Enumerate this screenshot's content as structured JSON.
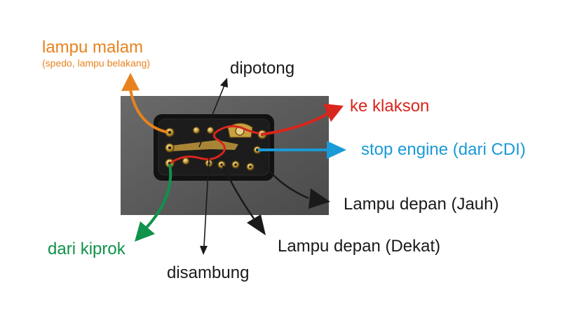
{
  "labels": {
    "lampu_malam": "lampu malam",
    "lampu_malam_sub": "(spedo, lampu belakang)",
    "dipotong": "dipotong",
    "ke_klakson": "ke klakson",
    "stop_engine": "stop engine (dari CDI)",
    "lampu_jauh": "Lampu depan (Jauh)",
    "lampu_dekat": "Lampu depan (Dekat)",
    "disambung": "disambung",
    "dari_kiprok": "dari kiprok"
  },
  "colors": {
    "orange": "#e8821e",
    "red": "#d8261c",
    "blue": "#1a9ad6",
    "green": "#10924a",
    "black": "#1a1a1a",
    "photo_bg": "#5b5b5b",
    "connector_body": "#151515",
    "brass": "#c9a040"
  },
  "icons": [
    "connector-photo",
    "arrow-orange",
    "arrow-red",
    "arrow-blue",
    "arrow-green",
    "arrow-black"
  ]
}
